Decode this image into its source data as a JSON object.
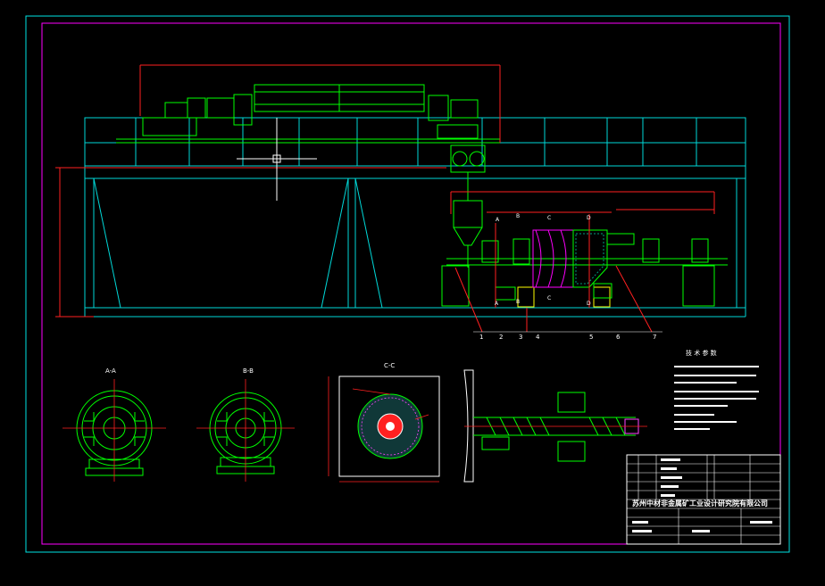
{
  "section_labels": {
    "a": "A-A",
    "b": "B-B",
    "c": "C-C"
  },
  "part_numbers": [
    "1",
    "2",
    "3",
    "4",
    "5",
    "6",
    "7"
  ],
  "section_markers": [
    "A",
    "B",
    "C",
    "D",
    "A",
    "B",
    "C",
    "D"
  ],
  "tech_title": "技 术 参 数",
  "company": "苏州中材非金属矿工业设计研究院有限公司",
  "colors": {
    "background": "#000000",
    "frame_outer": "#00e5e5",
    "frame_inner": "#ff00ff",
    "machine": "#00ff00",
    "structure": "#00d8d8",
    "dimension": "#ff2020",
    "text": "#ffffff",
    "hatch": "#ff44ff",
    "accent": "#ffff00"
  }
}
